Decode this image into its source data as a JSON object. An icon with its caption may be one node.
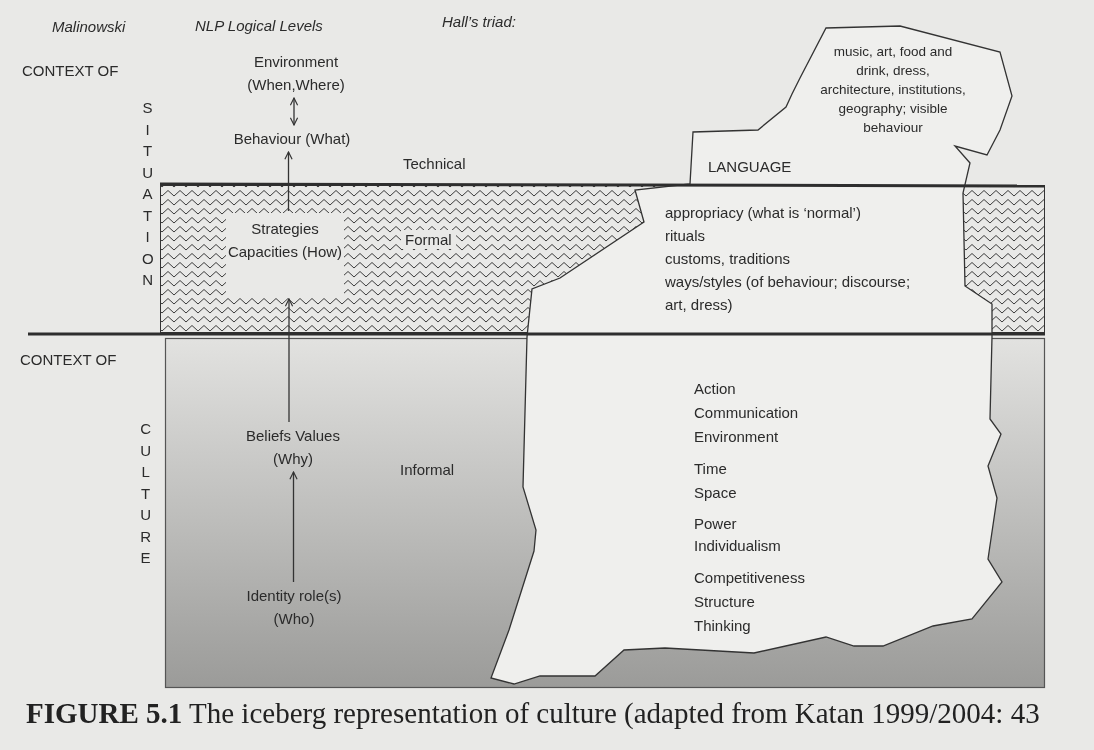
{
  "diagram": {
    "caption": "**FIGURE 5.1** The iceberg representation of culture (adapted from Katan 1999/2004: 43",
    "nodes": [
      {
        "text": [
          "Environment (When,Where)"
        ]
      },
      {
        "text": [
          "Behaviour (What)"
        ]
      },
      {
        "text": [
          "music, art, food and drink, dress, architecture, institutions, geography; visible behaviour",
          "LANGUAGE",
          "appropriacy (what is ‘normal’)",
          "rituals",
          "customs, traditions",
          "ways/styles (of behaviour; discourse; art, dress)",
          "Action",
          "Communication",
          "Environment",
          "Time",
          "Space",
          "Power",
          "Individualism",
          "Competitiveness",
          "Structure",
          "Thinking"
        ]
      },
      {
        "text": [
          "Strategies Capacities (How)"
        ]
      },
      {
        "text": [
          "Beliefs Values (Why)"
        ]
      },
      {
        "text": [
          "Identity role(s) (Who)"
        ]
      }
    ],
    "edges": [
      {
        "from": 1,
        "to": 0,
        "arrow": "both"
      },
      {
        "from": 3,
        "to": 1,
        "arrow": "to"
      },
      {
        "from": 4,
        "to": 3,
        "arrow": "to"
      },
      {
        "from": 5,
        "to": 4,
        "arrow": "to"
      }
    ],
    "labels": [
      "Malinowski",
      "NLP Logical Levels",
      "Hall’s triad:",
      "CONTEXT OF",
      "SITUATION",
      "Technical",
      "Formal",
      "CONTEXT OF",
      "CULTURE",
      "Informal"
    ]
  }
}
